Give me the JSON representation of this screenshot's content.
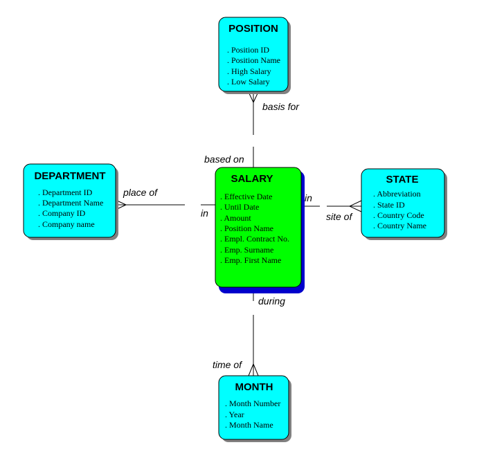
{
  "entities": {
    "position": {
      "title": "POSITION",
      "attributes": [
        ". Position ID",
        ". Position Name",
        ". High Salary",
        ". Low Salary"
      ],
      "color": "#00ffff"
    },
    "department": {
      "title": "DEPARTMENT",
      "attributes": [
        ". Department ID",
        ". Department Name",
        ". Company ID",
        ". Company name"
      ],
      "color": "#00ffff"
    },
    "salary": {
      "title": "SALARY",
      "attributes": [
        ". Effective Date",
        ". Until Date",
        ". Amount",
        ". Position Name",
        ". Empl. Contract No.",
        ". Emp. Surname",
        ". Emp. First Name"
      ],
      "color": "#00ff00",
      "shadow_color": "#0000cc"
    },
    "state": {
      "title": "STATE",
      "attributes": [
        ". Abbreviation",
        ". State ID",
        ". Country Code",
        ". Country Name"
      ],
      "color": "#00ffff"
    },
    "month": {
      "title": "MONTH",
      "attributes": [
        ". Month Number",
        ". Year",
        ". Month Name"
      ],
      "color": "#00ffff"
    }
  },
  "relationships": {
    "position_salary": {
      "label_parent": "basis for",
      "label_child": "based on"
    },
    "department_salary": {
      "label_parent": "place of",
      "label_child": "in"
    },
    "state_salary": {
      "label_parent": "site of",
      "label_child": "in"
    },
    "month_salary": {
      "label_parent": "time of",
      "label_child": "during"
    }
  }
}
